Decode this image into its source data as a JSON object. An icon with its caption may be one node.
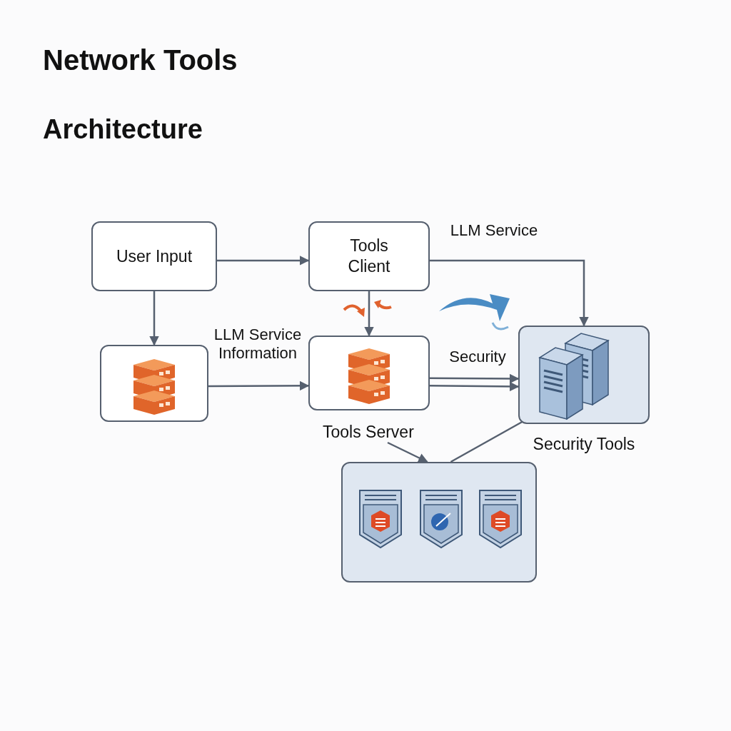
{
  "diagram": {
    "title": "Network Tools",
    "nodes": [
      {
        "text": [
          "User Input"
        ]
      },
      {
        "text": [
          "Tools Client"
        ]
      },
      {
        "text": [],
        "shape": "box"
      },
      {
        "text": [],
        "shape": "box"
      },
      {
        "text": [],
        "shape": "box",
        "beside": [
          "Security Tools"
        ]
      },
      {
        "text": [],
        "shape": "box"
      },
      {
        "text": [
          "Tools Server"
        ]
      }
    ],
    "edges": [
      {
        "from": 0,
        "to": 1,
        "arrow": "to"
      },
      {
        "from": 0,
        "to": 2,
        "arrow": "to"
      },
      {
        "from": 1,
        "to": 3,
        "arrow": "to"
      },
      {
        "from": 2,
        "to": 3,
        "arrow": "to",
        "label": "LLM Service Information"
      },
      {
        "from": 1,
        "to": 4,
        "arrow": "to",
        "label": "LLM Service"
      },
      {
        "from": 3,
        "to": 4,
        "arrow": "to",
        "label": "Security"
      },
      {
        "from": 3,
        "to": 4,
        "arrow": "to"
      },
      {
        "from": 4,
        "to": 5,
        "arrow": "none"
      },
      {
        "from": 6,
        "to": 5,
        "arrow": "to"
      }
    ],
    "labels": [
      "Architecture"
    ]
  }
}
